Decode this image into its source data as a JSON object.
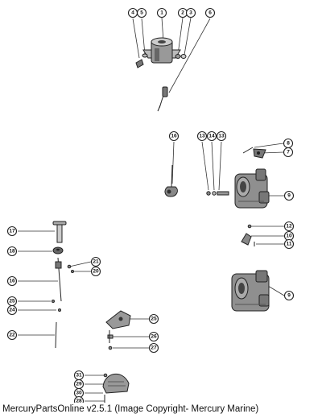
{
  "footer": {
    "caption": "MercuryPartsOnline v2.5.1 (Image Copyright- Mercury Marine)"
  },
  "callouts": [
    {
      "label": "4"
    },
    {
      "label": "5"
    },
    {
      "label": "1"
    },
    {
      "label": "2"
    },
    {
      "label": "3"
    },
    {
      "label": "6"
    },
    {
      "label": "16"
    },
    {
      "label": "13"
    },
    {
      "label": "14"
    },
    {
      "label": "13"
    },
    {
      "label": "8"
    },
    {
      "label": "7"
    },
    {
      "label": "9"
    },
    {
      "label": "17"
    },
    {
      "label": "18"
    },
    {
      "label": "12"
    },
    {
      "label": "10"
    },
    {
      "label": "11"
    },
    {
      "label": "21"
    },
    {
      "label": "20"
    },
    {
      "label": "16"
    },
    {
      "label": "9"
    },
    {
      "label": "25"
    },
    {
      "label": "24"
    },
    {
      "label": "25"
    },
    {
      "label": "22"
    },
    {
      "label": "26"
    },
    {
      "label": "27"
    },
    {
      "label": "31"
    },
    {
      "label": "29"
    },
    {
      "label": "30"
    },
    {
      "label": "28"
    }
  ]
}
